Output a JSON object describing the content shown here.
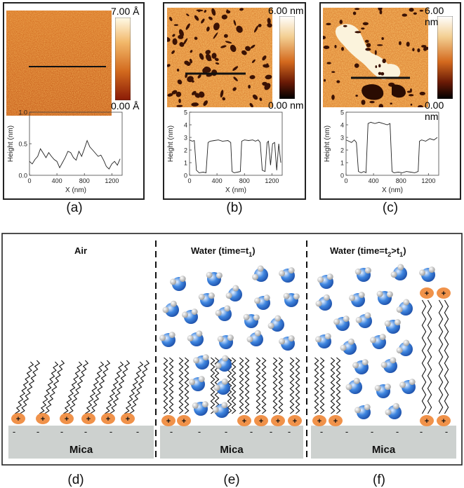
{
  "afm_panels": [
    {
      "id": "a",
      "label": "(a)",
      "scale_max": "7.00 Å",
      "scale_min": "0.00 Å",
      "profile": {
        "ylabel": "Height (nm)",
        "xlabel": "X (nm)",
        "yticks": [
          "0.0",
          "0.5",
          "1.0"
        ],
        "xticks": [
          "0",
          "400",
          "800",
          "1200"
        ],
        "xlim": [
          0,
          1350
        ],
        "ylim": [
          0,
          1.0
        ],
        "x": [
          0,
          40,
          80,
          120,
          160,
          200,
          240,
          280,
          320,
          360,
          400,
          440,
          480,
          520,
          560,
          600,
          640,
          680,
          720,
          760,
          800,
          840,
          880,
          920,
          960,
          1000,
          1040,
          1080,
          1120,
          1160,
          1200,
          1240,
          1280,
          1320
        ],
        "y": [
          0.22,
          0.18,
          0.25,
          0.3,
          0.42,
          0.35,
          0.28,
          0.36,
          0.3,
          0.25,
          0.22,
          0.12,
          0.2,
          0.28,
          0.38,
          0.36,
          0.28,
          0.24,
          0.38,
          0.3,
          0.42,
          0.55,
          0.45,
          0.4,
          0.35,
          0.3,
          0.32,
          0.24,
          0.14,
          0.1,
          0.18,
          0.22,
          0.16,
          0.26
        ]
      }
    },
    {
      "id": "b",
      "label": "(b)",
      "scale_max": "6.00 nm",
      "scale_min": "0.00 nm",
      "profile": {
        "ylabel": "Height (nm)",
        "xlabel": "X (nm)",
        "yticks": [
          "0",
          "1",
          "2",
          "3",
          "4",
          "5"
        ],
        "xticks": [
          "0",
          "400",
          "800",
          "1200"
        ],
        "xlim": [
          0,
          1350
        ],
        "ylim": [
          0,
          5
        ],
        "x": [
          0,
          40,
          70,
          100,
          140,
          200,
          240,
          270,
          300,
          360,
          420,
          480,
          560,
          600,
          620,
          650,
          700,
          740,
          760,
          800,
          860,
          920,
          960,
          1000,
          1030,
          1060,
          1100,
          1130,
          1150,
          1180,
          1210,
          1240,
          1270,
          1300,
          1330
        ],
        "y": [
          2.8,
          2.7,
          2.75,
          0.4,
          0.2,
          0.25,
          0.2,
          2.6,
          2.7,
          2.75,
          2.8,
          2.7,
          2.75,
          2.6,
          0.3,
          0.2,
          0.25,
          0.3,
          2.7,
          2.8,
          2.75,
          2.8,
          2.7,
          2.8,
          2.6,
          0.4,
          0.3,
          2.6,
          2.7,
          0.8,
          2.5,
          2.6,
          0.4,
          2.5,
          1.0
        ]
      }
    },
    {
      "id": "c",
      "label": "(c)",
      "scale_max": "6.00 nm",
      "scale_min": "0.00 nm",
      "profile": {
        "ylabel": "Height (nm)",
        "xlabel": "X (nm)",
        "yticks": [
          "0",
          "1",
          "2",
          "3",
          "4",
          "5"
        ],
        "xticks": [
          "0",
          "400",
          "800",
          "1200"
        ],
        "xlim": [
          0,
          1350
        ],
        "ylim": [
          0,
          5
        ],
        "x": [
          0,
          40,
          80,
          120,
          150,
          180,
          220,
          260,
          290,
          320,
          360,
          420,
          480,
          540,
          600,
          640,
          670,
          700,
          760,
          820,
          880,
          940,
          1000,
          1050,
          1070,
          1100,
          1160,
          1220,
          1280,
          1330
        ],
        "y": [
          2.8,
          2.7,
          2.6,
          2.8,
          2.6,
          0.3,
          0.2,
          0.3,
          0.2,
          4.1,
          4.2,
          4.1,
          4.2,
          4.1,
          4.0,
          4.1,
          0.3,
          0.2,
          0.25,
          0.2,
          0.3,
          0.25,
          0.2,
          0.3,
          2.7,
          2.8,
          2.7,
          2.9,
          2.8,
          3.0
        ]
      }
    }
  ],
  "schematic": {
    "panels": [
      {
        "id": "d",
        "label": "(d)",
        "title": "Air",
        "substrate": "Mica"
      },
      {
        "id": "e",
        "label": "(e)",
        "title_main": "Water (time=t",
        "title_sub": "1",
        "title_end": ")",
        "substrate": "Mica"
      },
      {
        "id": "f",
        "label": "(f)",
        "title_main": "Water (time=t",
        "title_sub": "2",
        "title_mid": ">t",
        "title_sub2": "1",
        "title_end": ")",
        "substrate": "Mica"
      }
    ],
    "charge_plus": "+",
    "charge_minus": "-",
    "colors": {
      "headgroup": "#f0924a",
      "substrate": "#cdd1cf",
      "water": "#3f86e0",
      "hydrogen": "#9a9a9a"
    }
  }
}
